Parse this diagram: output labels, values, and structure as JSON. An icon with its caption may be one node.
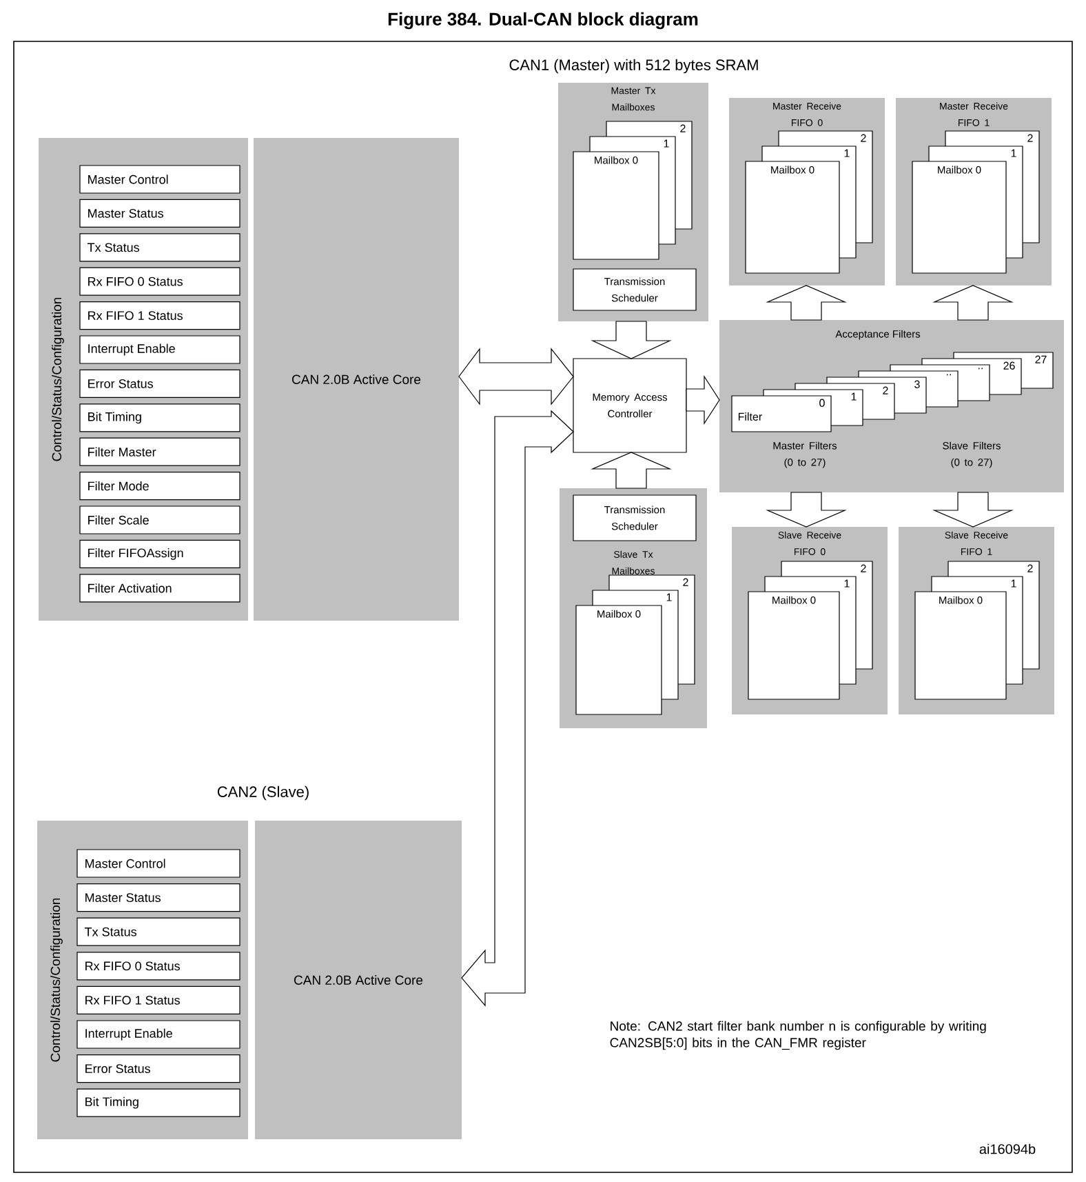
{
  "diagram": {
    "title": "Figure 384. Dual-CAN block diagram",
    "nodes": [
      {
        "text": [
          "Control/Status/Configuration"
        ]
      },
      {
        "text": [
          "Master Control"
        ],
        "in": 0
      },
      {
        "text": [
          "Master Status"
        ],
        "in": 0
      },
      {
        "text": [
          "Tx Status"
        ],
        "in": 0
      },
      {
        "text": [
          "Rx FIFO 0 Status"
        ],
        "in": 0
      },
      {
        "text": [
          "Rx FIFO 1 Status"
        ],
        "in": 0
      },
      {
        "text": [
          "Interrupt Enable"
        ],
        "in": 0
      },
      {
        "text": [
          "Error Status"
        ],
        "in": 0
      },
      {
        "text": [
          "Bit Timing"
        ],
        "in": 0
      },
      {
        "text": [
          "Filter Master"
        ],
        "in": 0
      },
      {
        "text": [
          "Filter Mode"
        ],
        "in": 0
      },
      {
        "text": [
          "Filter Scale"
        ],
        "in": 0
      },
      {
        "text": [
          "Filter FIFOAssign"
        ],
        "in": 0
      },
      {
        "text": [
          "Filter Activation"
        ],
        "in": 0
      },
      {
        "text": [
          "CAN 2.0B Active Core"
        ]
      },
      {
        "text": [
          "Master Tx Mailboxes"
        ]
      },
      {
        "text": [
          "2",
          "1",
          "Mailbox 0"
        ],
        "in": 15
      },
      {
        "text": [
          "Transmission Scheduler"
        ],
        "in": 15
      },
      {
        "text": [
          "Memory Access Controller"
        ]
      },
      {
        "text": [
          "Master Receive FIFO 0"
        ]
      },
      {
        "text": [
          "2",
          "1",
          "Mailbox 0"
        ],
        "in": 19
      },
      {
        "text": [
          "Master Receive FIFO 1"
        ]
      },
      {
        "text": [
          "2",
          "1",
          "Mailbox 0"
        ],
        "in": 21
      },
      {
        "text": [
          "Acceptance Filters",
          "Master Filters (0 to 27)",
          "Slave Filters (0 to 27)"
        ]
      },
      {
        "text": [
          "Filter",
          "0"
        ],
        "in": 23
      },
      {
        "text": [
          "1"
        ],
        "in": 23
      },
      {
        "text": [
          "2"
        ],
        "in": 23
      },
      {
        "text": [
          "3"
        ],
        "in": 23
      },
      {
        "text": [
          ".."
        ],
        "in": 23
      },
      {
        "text": [
          ".."
        ],
        "in": 23
      },
      {
        "text": [
          "26"
        ],
        "in": 23
      },
      {
        "text": [
          "27"
        ],
        "in": 23
      },
      {
        "text": [
          "Slave Tx Mailboxes"
        ]
      },
      {
        "text": [
          "Transmission Scheduler"
        ],
        "in": 32
      },
      {
        "text": [
          "2",
          "1",
          "Mailbox 0"
        ],
        "in": 32
      },
      {
        "text": [
          "Slave Receive FIFO 0"
        ]
      },
      {
        "text": [
          "2",
          "1",
          "Mailbox 0"
        ],
        "in": 35
      },
      {
        "text": [
          "Slave Receive FIFO 1"
        ]
      },
      {
        "text": [
          "2",
          "1",
          "Mailbox 0"
        ],
        "in": 37
      },
      {
        "text": [
          "Control/Status/Configuration"
        ]
      },
      {
        "text": [
          "Master Control"
        ],
        "in": 39
      },
      {
        "text": [
          "Master Status"
        ],
        "in": 39
      },
      {
        "text": [
          "Tx Status"
        ],
        "in": 39
      },
      {
        "text": [
          "Rx FIFO 0 Status"
        ],
        "in": 39
      },
      {
        "text": [
          "Rx FIFO 1 Status"
        ],
        "in": 39
      },
      {
        "text": [
          "Interrupt Enable"
        ],
        "in": 39
      },
      {
        "text": [
          "Error Status"
        ],
        "in": 39
      },
      {
        "text": [
          "Bit Timing"
        ],
        "in": 39
      },
      {
        "text": [
          "CAN 2.0B Active Core"
        ]
      }
    ],
    "edges": [
      {
        "from": 14,
        "to": 18,
        "arrow": "both"
      },
      {
        "from": 18,
        "to": 48,
        "arrow": "both"
      },
      {
        "from": 15,
        "to": 18,
        "arrow": "to"
      },
      {
        "from": 32,
        "to": 18,
        "arrow": "to"
      },
      {
        "from": 18,
        "to": 23,
        "arrow": "to"
      },
      {
        "from": 23,
        "to": 19,
        "arrow": "to"
      },
      {
        "from": 23,
        "to": 21,
        "arrow": "to"
      },
      {
        "from": 23,
        "to": 35,
        "arrow": "to"
      },
      {
        "from": 23,
        "to": 37,
        "arrow": "to"
      }
    ],
    "labels": [
      "CAN1 (Master) with 512 bytes SRAM",
      "CAN2 (Slave)",
      "Note: CAN2 start filter bank number n is configurable by writing CAN2SB[5:0] bits in the CAN_FMR register",
      "ai16094b"
    ]
  }
}
